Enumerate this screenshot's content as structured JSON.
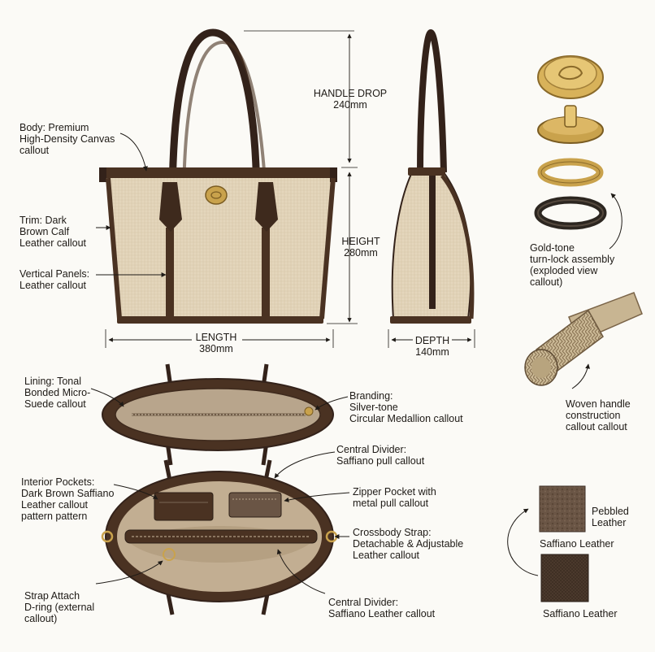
{
  "colors": {
    "canvas": "#e4d6bc",
    "canvas_shade": "#d3c3a4",
    "leather": "#4a3222",
    "leather_dark": "#33221a",
    "gold": "#c9a24c",
    "lining": "#b8a58c",
    "pebbled_swatch": "#6a5545",
    "saffiano_swatch": "#4d3b2e"
  },
  "icons": {
    "turn_lock": "gold-turn-lock-icon",
    "woven_handle": "woven-handle-icon",
    "swatch": "leather-swatch-icon"
  },
  "labels": {
    "body": "Body: Premium\nHigh-Density Canvas\ncallout",
    "trim": "Trim: Dark\nBrown Calf\nLeather callout",
    "vertical_panels": "Vertical Panels:\nLeather callout",
    "handle_drop": "HANDLE DROP\n240mm",
    "height": "HEIGHT\n280mm",
    "length": "LENGTH\n380mm",
    "depth": "DEPTH\n140mm",
    "turn_lock": "Gold-tone\nturn-lock assembly\n(exploded view\ncallout)",
    "woven_handle": "Woven handle\nconstruction\ncallout callout",
    "lining": "Lining: Tonal\nBonded Micro-\nSuede callout",
    "branding": "Branding:\nSilver-tone\nCircular Medallion callout",
    "central_divider_top": "Central Divider:\nSaffiano pull callout",
    "zipper_pocket": "Zipper Pocket with\nmetal pull callout",
    "interior_pockets": "Interior Pockets:\nDark Brown Saffiano\nLeather callout\npattern pattern",
    "crossbody_strap": "Crossbody Strap:\nDetachable & Adjustable\nLeather callout",
    "strap_attach": "Strap Attach\nD-ring (external\ncallout)",
    "central_divider_bottom": "Central Divider:\nSaffiano Leather callout",
    "pebbled_leather": "Pebbled\nLeather",
    "saffiano_leather_1": "Saffiano Leather",
    "saffiano_leather_2": "Saffiano Leather"
  }
}
